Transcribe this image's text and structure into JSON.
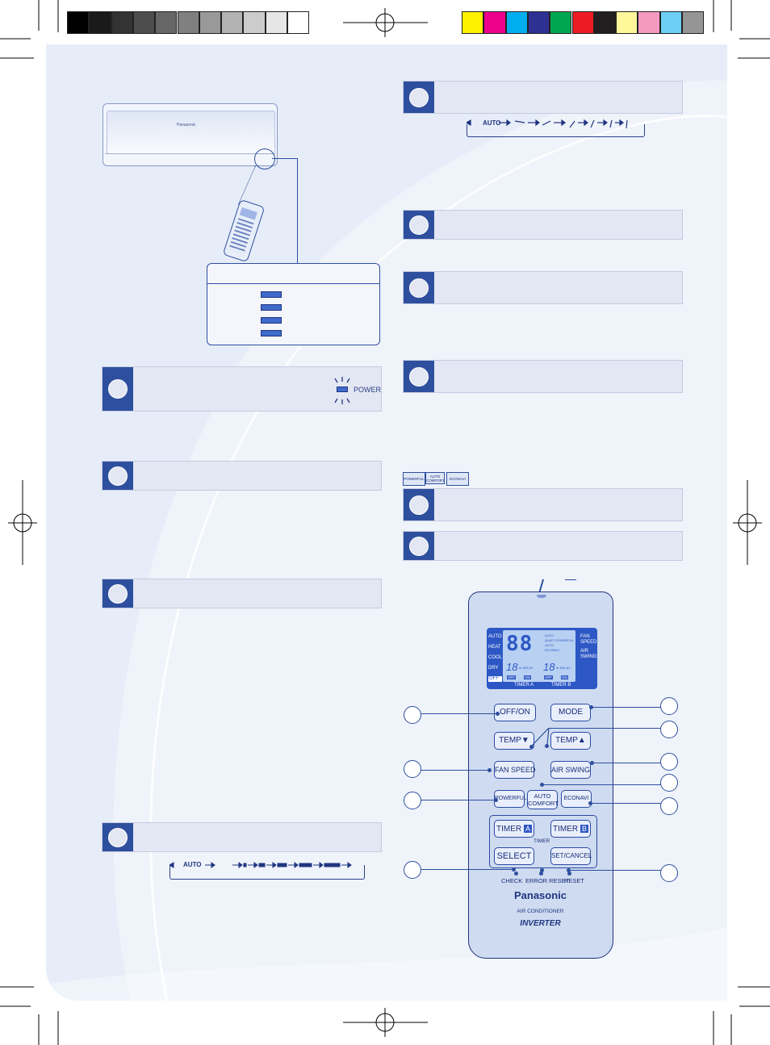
{
  "colors": {
    "brand_blue": "#2e4f9e",
    "header_bg": "#e3e7f3",
    "page_bg": "#e7edf8",
    "process_colors": [
      "#fff200",
      "#ec008c",
      "#00aeef",
      "#2e3192",
      "#00a651",
      "#ed1c24",
      "#231f20",
      "#fff799",
      "#f49ac1",
      "#6dcff6",
      "#959595"
    ],
    "gray_steps": [
      "#000000",
      "#1a1a1a",
      "#333333",
      "#4d4d4d",
      "#666666",
      "#808080",
      "#999999",
      "#b3b3b3",
      "#cccccc",
      "#e6e6e6",
      "#ffffff"
    ]
  },
  "indoor_unit": {
    "brand": "Panasonic"
  },
  "power_indicator": {
    "label": "POWER"
  },
  "fan_sequence": {
    "start": "AUTO"
  },
  "swing_sequence": {
    "start": "AUTO"
  },
  "feature_icons": [
    "POWERFUL",
    "AUTO COMFORT",
    "ECONAVI"
  ],
  "remote": {
    "lcd_left": [
      "AUTO",
      "HEAT",
      "COOL",
      "DRY",
      "OFF"
    ],
    "lcd_digits": "88",
    "lcd_timer_a": "18",
    "lcd_timer_b": "18",
    "lcd_modes": [
      "AUTO",
      "QUIET POWERFUL",
      "AUTO",
      "ECONAVI"
    ],
    "lcd_right": [
      "FAN SPEED",
      "AIR SWING"
    ],
    "lcd_off": "OFF",
    "lcd_on": "ON",
    "lcd_delay": "hr DELAY",
    "timer_a_label": "TIMER A",
    "timer_b_label": "TIMER B",
    "buttons": {
      "off_on": "OFF/ON",
      "mode": "MODE",
      "temp_down": "TEMP▼",
      "temp_up": "TEMP▲",
      "fan_speed": "FAN SPEED",
      "air_swing": "AIR SWING",
      "powerful": "POWERFUL",
      "auto_comfort": "AUTO COMFORT",
      "econavi": "ECONAVI",
      "timer_a": "TIMER",
      "timer_b": "TIMER",
      "timer_a_letter": "A",
      "timer_b_letter": "B",
      "timer_group": "TIMER",
      "select": "SELECT",
      "set_cancel": "SET/CANCEL",
      "check": "CHECK",
      "error_reset": "ERROR RESET",
      "reset": "RESET"
    },
    "brand": "Panasonic",
    "product": "AIR CONDITIONER",
    "series": "INVERTER"
  }
}
